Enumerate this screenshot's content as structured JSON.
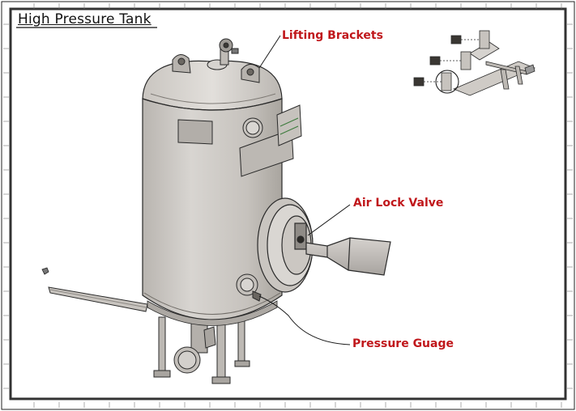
{
  "drawing": {
    "title": "High Pressure Tank",
    "callouts": [
      {
        "key": "lifting",
        "text": "Lifting Brackets"
      },
      {
        "key": "airlock",
        "text": "Air Lock Valve"
      },
      {
        "key": "gauge",
        "text": "Pressure Guage"
      }
    ],
    "colors": {
      "callout_text": "#c0171b",
      "tank_fill": "#cdc9c4",
      "outline": "#2a2a2a"
    }
  }
}
